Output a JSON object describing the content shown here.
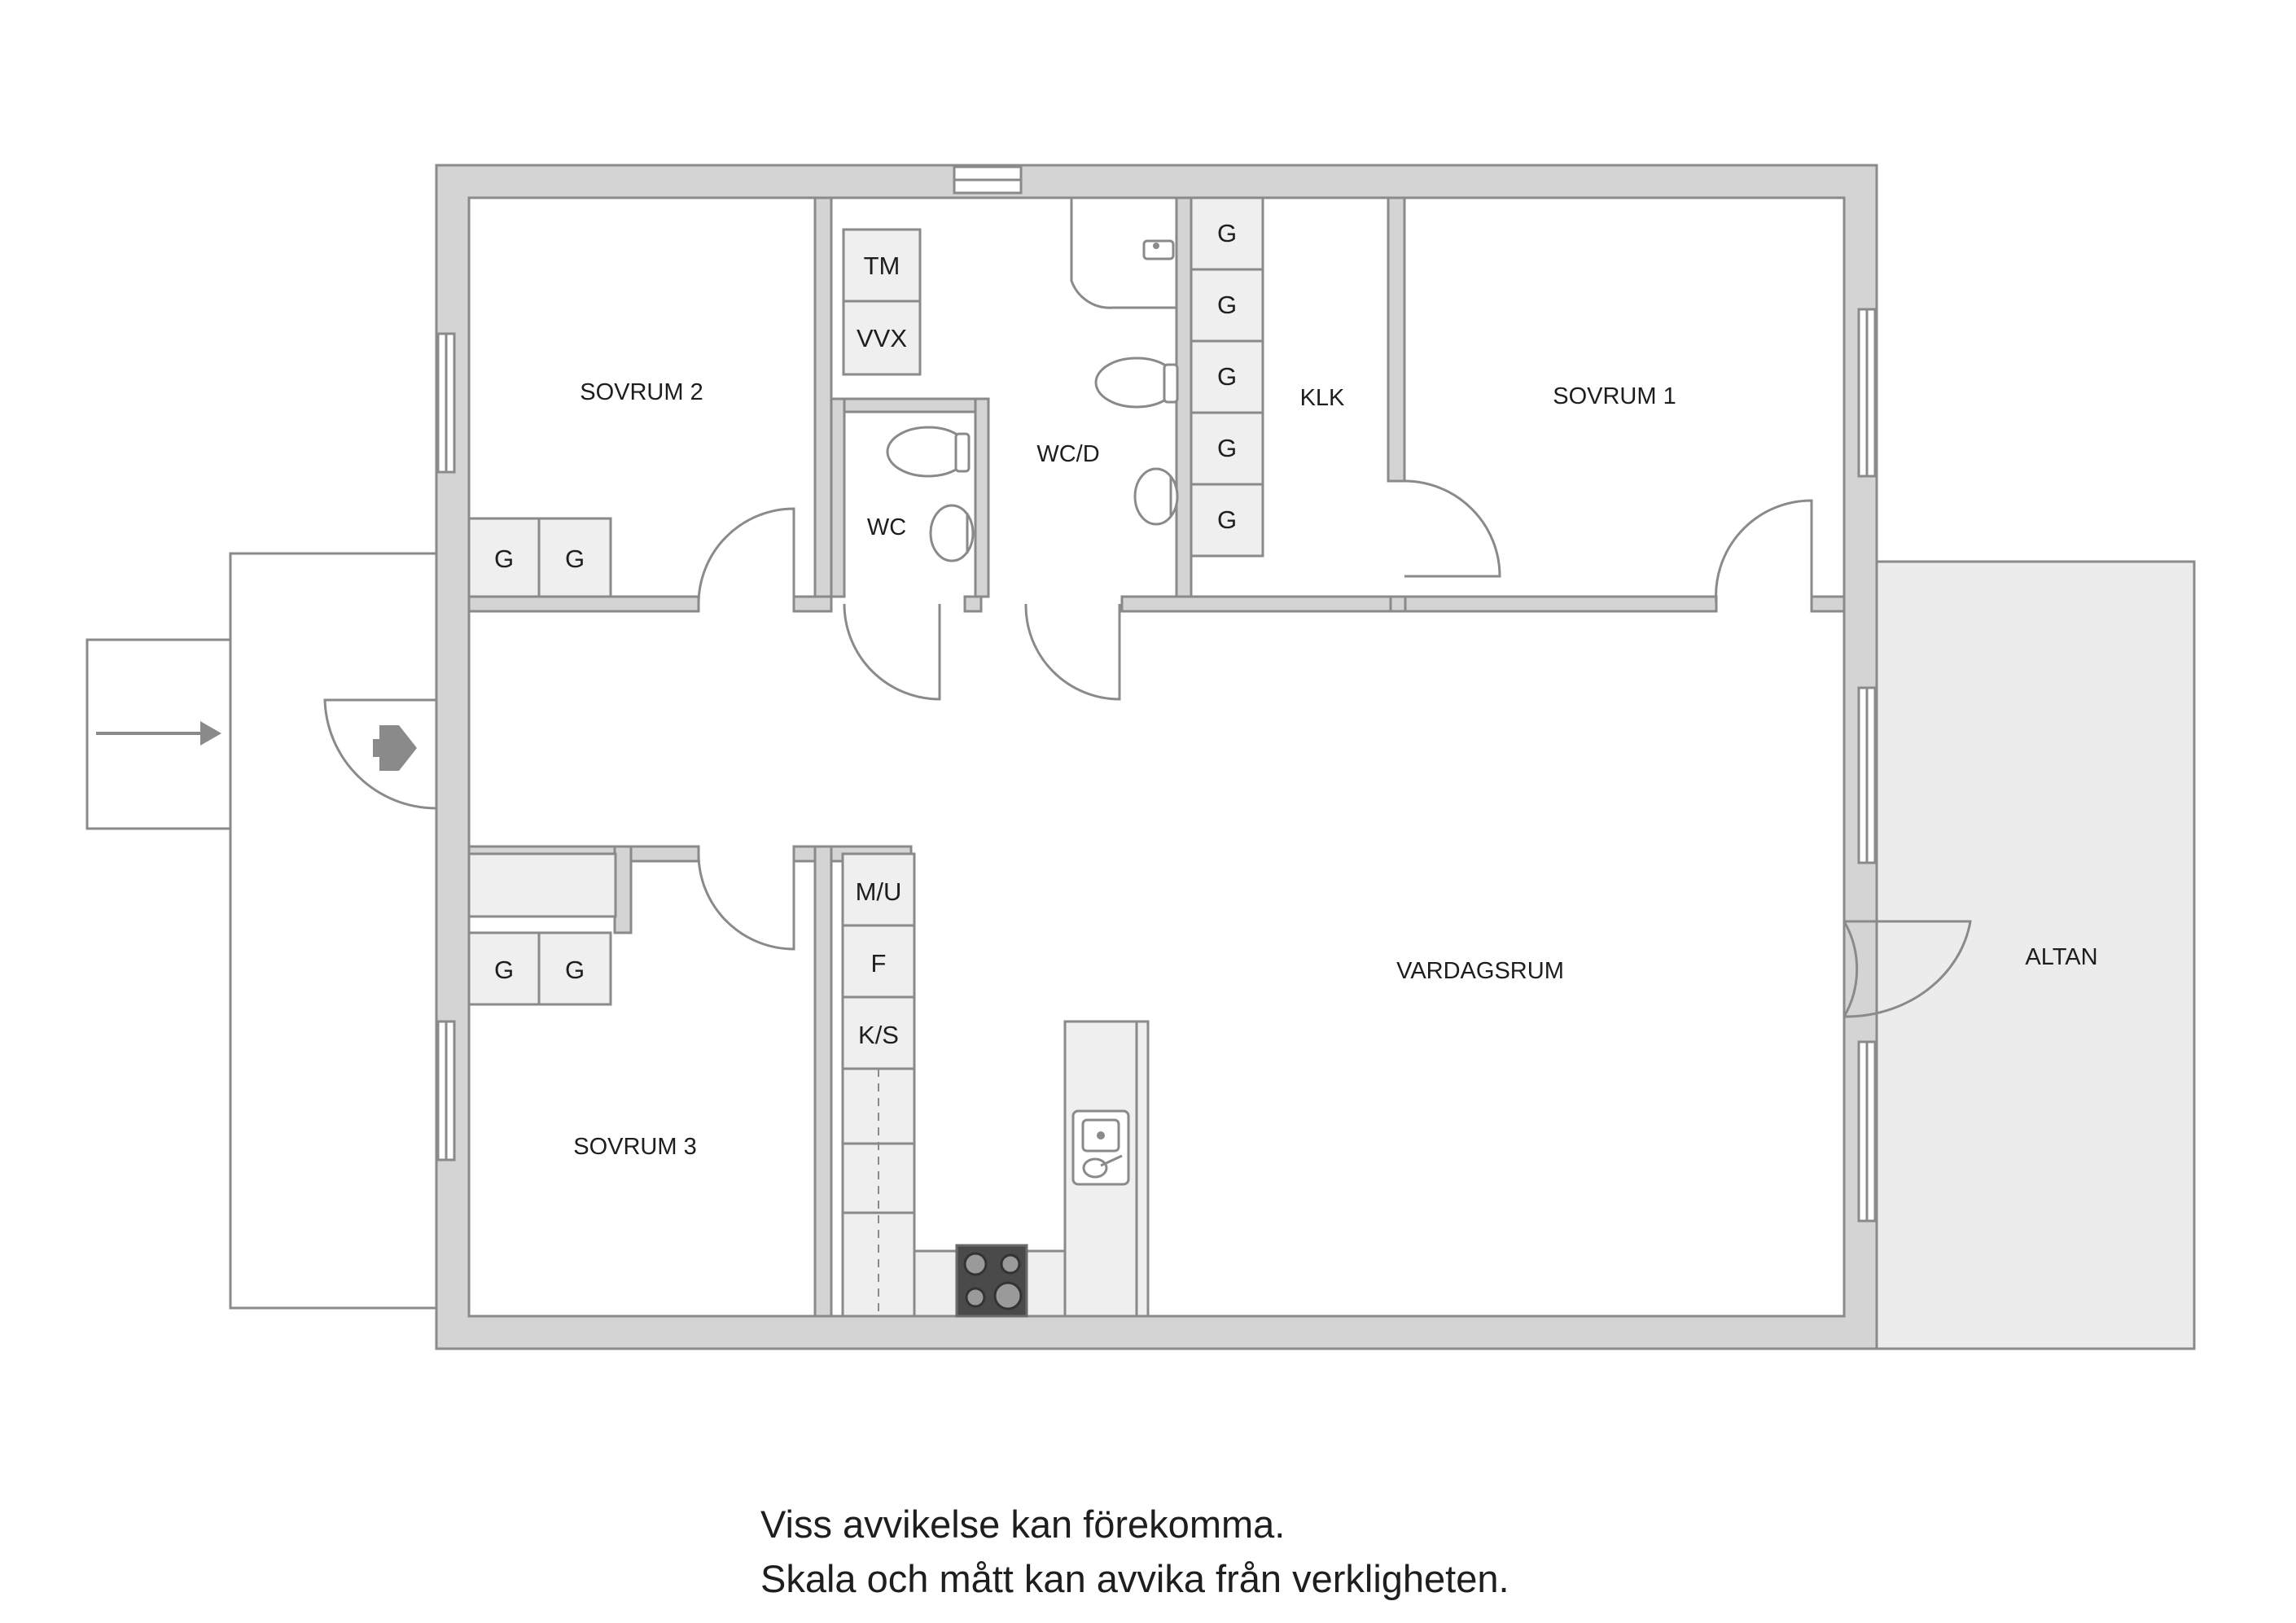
{
  "rooms": {
    "sovrum2": "SOVRUM 2",
    "sovrum1": "SOVRUM 1",
    "sovrum3": "SOVRUM 3",
    "wcd": "WC/D",
    "wc": "WC",
    "klk": "KLK",
    "vardagsrum": "VARDAGSRUM",
    "altan": "ALTAN"
  },
  "cabinets": {
    "garderob": "G",
    "tm": "TM",
    "vvx": "VVX",
    "mu": "M/U",
    "f": "F",
    "ks": "K/S"
  },
  "disclaimer": {
    "line1": "Viss avvikelse kan förekomma.",
    "line2": "Skala och mått kan avvika från verkligheten."
  }
}
